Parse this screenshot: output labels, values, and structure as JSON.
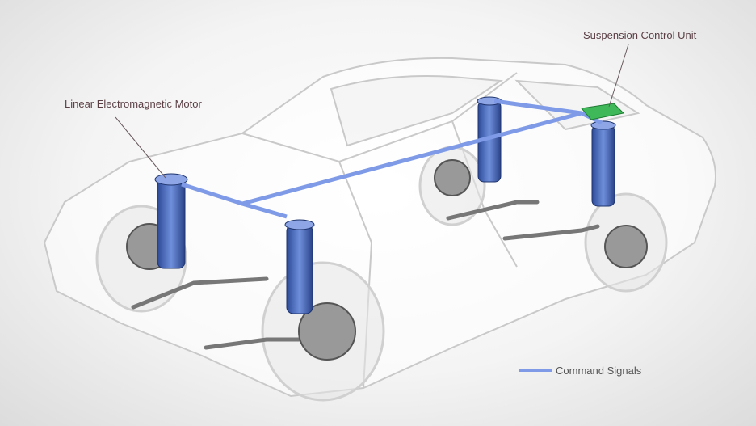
{
  "labels": {
    "motor": "Linear Electromagnetic Motor",
    "control_unit": "Suspension Control Unit"
  },
  "legend": {
    "command_signals": "Command Signals"
  },
  "colors": {
    "signal": "#7f9be8",
    "strut": "#3d5fb0",
    "control_unit": "#3fb85a",
    "label_text": "#5a3f45"
  }
}
